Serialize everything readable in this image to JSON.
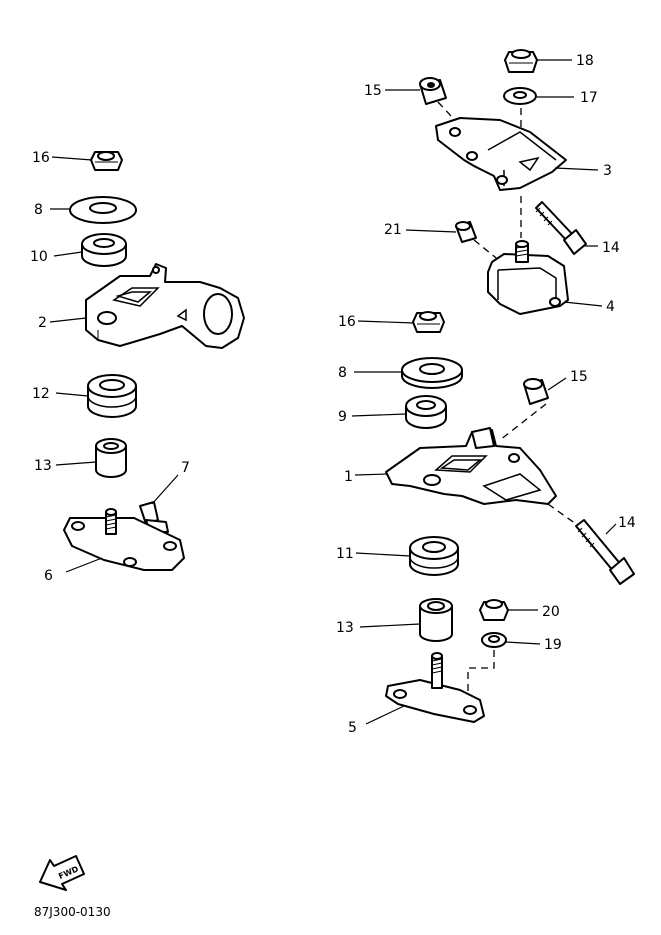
{
  "callouts": {
    "left_16": "16",
    "left_8": "8",
    "left_10": "10",
    "left_2": "2",
    "left_12": "12",
    "left_13": "13",
    "left_7": "7",
    "left_6": "6",
    "right_18": "18",
    "right_15_top": "15",
    "right_17": "17",
    "right_3": "3",
    "right_21": "21",
    "right_14_top": "14",
    "right_4": "4",
    "right_16": "16",
    "right_8": "8",
    "right_15_mid": "15",
    "right_9": "9",
    "right_1": "1",
    "right_14_mid": "14",
    "right_11": "11",
    "right_13": "13",
    "right_20": "20",
    "right_19": "19",
    "right_5": "5"
  },
  "fwd_arrow_label": "FWD",
  "diagram_code": "87J300-0130"
}
